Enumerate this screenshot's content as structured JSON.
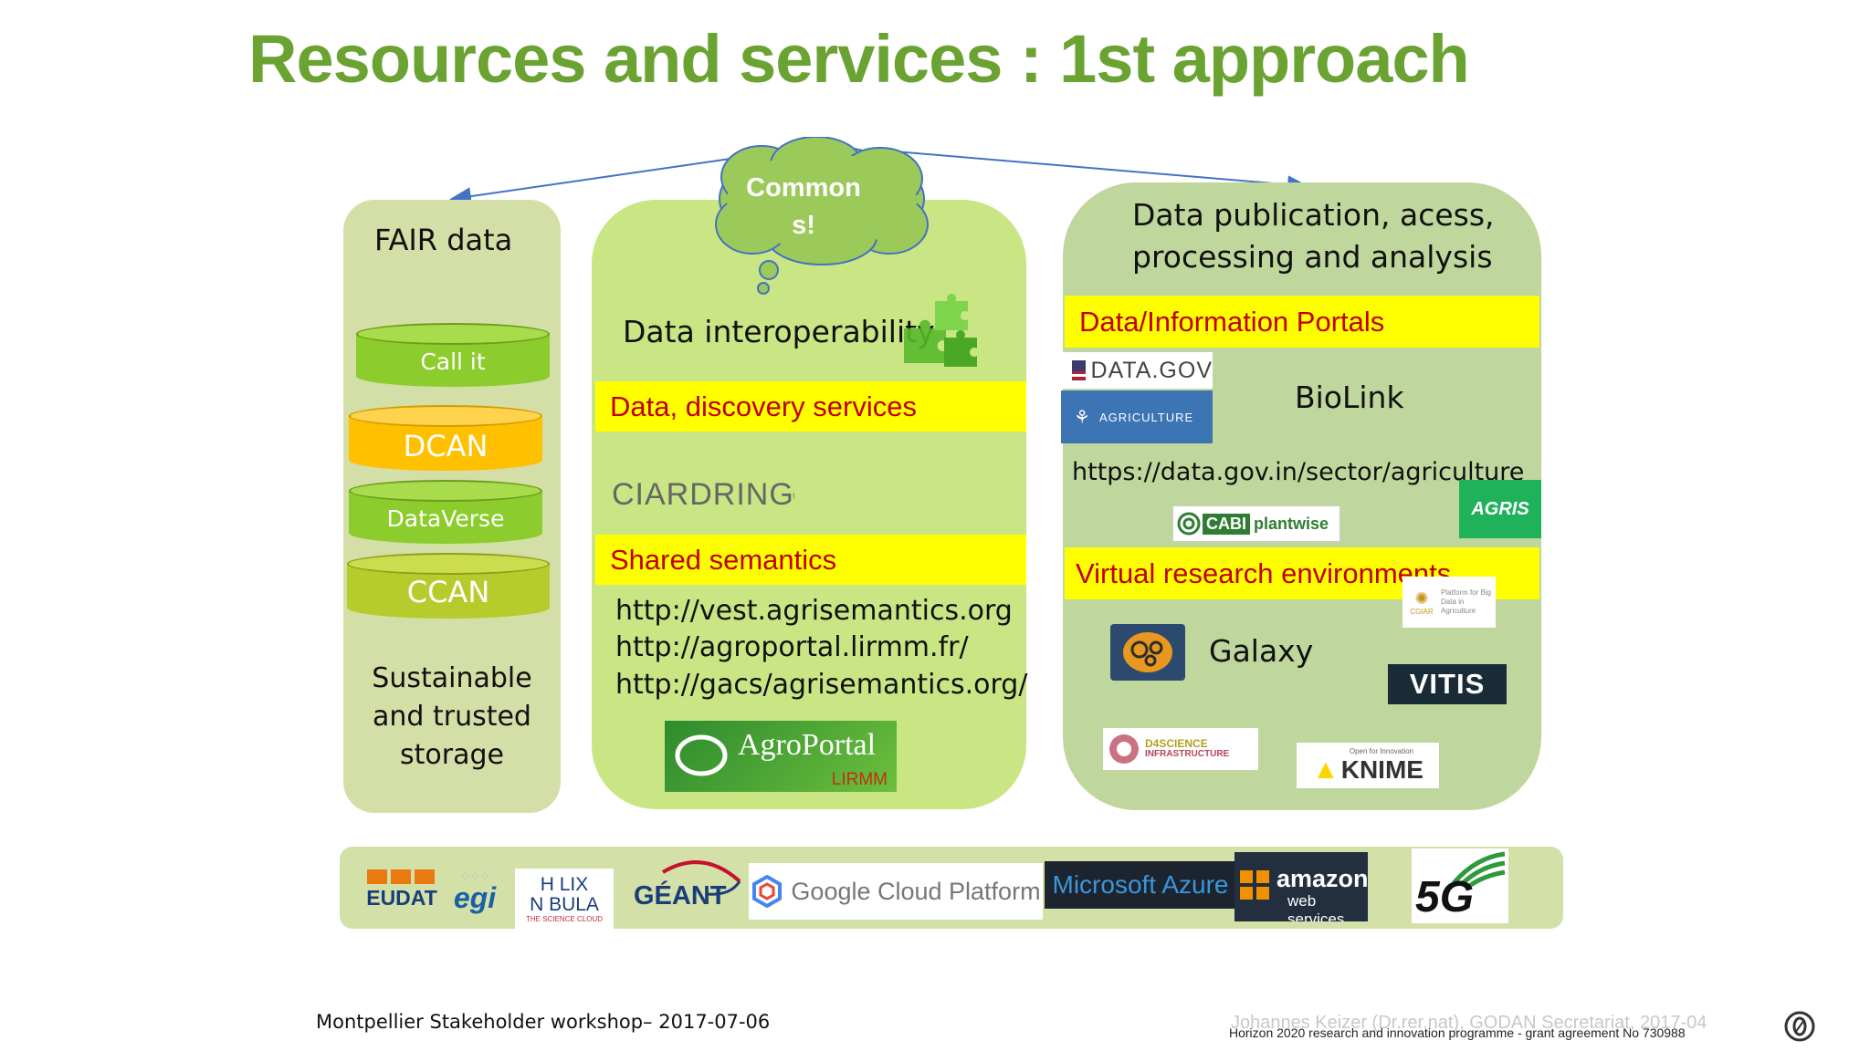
{
  "slide": {
    "title": "Resources and services : 1st approach",
    "cloud_label": "Common s!",
    "cloud_line1": "Common",
    "cloud_line2": "s!"
  },
  "fair": {
    "heading": "FAIR data",
    "stores": [
      "Call it",
      "DCAN",
      "DataVerse",
      "CCAN"
    ],
    "caption_line1": "Sustainable",
    "caption_line2": "and trusted",
    "caption_line3": "storage"
  },
  "interop": {
    "heading": "Data interoperability",
    "discovery_band": "Data, discovery services",
    "ciardring": "CIARDRING",
    "semantics_band": "Shared semantics",
    "links": [
      "http://vest.agrisemantics.org",
      "http://agroportal.lirmm.fr/",
      "http://gacs/agrisemantics.org/"
    ],
    "agroportal": "AgroPortal",
    "lirmm": "LIRMM"
  },
  "publication": {
    "heading_line1": "Data publication,  acess,",
    "heading_line2": "processing and analysis",
    "portals_band": "Data/Information Portals",
    "datagov": "DATA.GOV",
    "agriculture": "AGRICULTURE",
    "biolink": "BioLink",
    "india_url": "https://data.gov.in/sector/agriculture",
    "agris": "AGRIS",
    "cabi": "CABI",
    "plantwise": "plantwise",
    "vre_band": "Virtual research environments",
    "cgiar": "CGIAR",
    "cgiar_platform": "Platform for Big Data in Agriculture",
    "galaxy": "Galaxy",
    "vitis": "VITIS",
    "d4science": "D4SCIENCE",
    "d4science_sub": "INFRASTRUCTURE",
    "knime_tag": "Open for Innovation",
    "knime": "KNIME"
  },
  "infrastructure": {
    "eudat": "EUDAT",
    "egi": "egi",
    "helix_line1": "H LIX",
    "helix_line2": "N BULA",
    "helix_sub": "THE SCIENCE CLOUD",
    "geant": "GÉANT",
    "google": "Google Cloud Platform",
    "azure": "Microsoft Azure",
    "amazon": "amazon",
    "aws_sub": "web services",
    "fiveg": "5G"
  },
  "footer": {
    "left": "Montpellier Stakeholder workshop– 2017-07-06",
    "author": "Johannes Keizer (Dr.rer.nat), GODAN Secretariat, 2017-04",
    "grant": "Horizon 2020 research and innovation programme - grant agreement No 730988"
  },
  "colors": {
    "title_green": "#6aa332",
    "band_yellow": "#ffff00",
    "band_text": "#c00000",
    "cylinder_green": "#8ccc2c",
    "cylinder_orange": "#ffc000",
    "cylinder_olive": "#b6cc2c"
  }
}
